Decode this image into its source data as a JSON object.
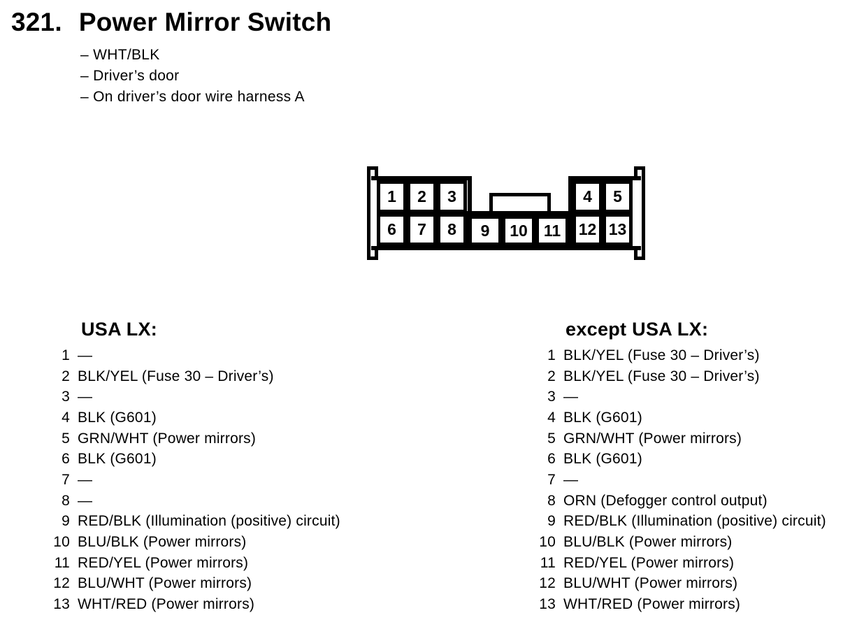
{
  "page": {
    "number": "321.",
    "title": "Power Mirror Switch",
    "bullets": [
      "– WHT/BLK",
      "– Driver’s door",
      "– On driver’s door wire harness A"
    ]
  },
  "connector": {
    "cells_top_left": [
      "1",
      "2",
      "3"
    ],
    "cells_top_right": [
      "4",
      "5"
    ],
    "cells_bottom_left": [
      "6",
      "7",
      "8"
    ],
    "cells_bottom_middle": [
      "9",
      "10",
      "11"
    ],
    "cells_bottom_right": [
      "12",
      "13"
    ]
  },
  "columns": [
    {
      "heading": "USA LX:",
      "pins": [
        {
          "pin": "1",
          "desc": "—"
        },
        {
          "pin": "2",
          "desc": "BLK/YEL (Fuse 30 – Driver’s)"
        },
        {
          "pin": "3",
          "desc": "—"
        },
        {
          "pin": "4",
          "desc": "BLK (G601)"
        },
        {
          "pin": "5",
          "desc": "GRN/WHT (Power mirrors)"
        },
        {
          "pin": "6",
          "desc": "BLK (G601)"
        },
        {
          "pin": "7",
          "desc": "—"
        },
        {
          "pin": "8",
          "desc": "—"
        },
        {
          "pin": "9",
          "desc": "RED/BLK (Illumination (positive) circuit)"
        },
        {
          "pin": "10",
          "desc": "BLU/BLK (Power mirrors)"
        },
        {
          "pin": "11",
          "desc": "RED/YEL (Power mirrors)"
        },
        {
          "pin": "12",
          "desc": "BLU/WHT (Power mirrors)"
        },
        {
          "pin": "13",
          "desc": "WHT/RED (Power mirrors)"
        }
      ]
    },
    {
      "heading": "except USA LX:",
      "pins": [
        {
          "pin": "1",
          "desc": "BLK/YEL (Fuse 30 – Driver’s)"
        },
        {
          "pin": "2",
          "desc": "BLK/YEL (Fuse 30 – Driver’s)"
        },
        {
          "pin": "3",
          "desc": "—"
        },
        {
          "pin": "4",
          "desc": "BLK (G601)"
        },
        {
          "pin": "5",
          "desc": "GRN/WHT (Power mirrors)"
        },
        {
          "pin": "6",
          "desc": "BLK (G601)"
        },
        {
          "pin": "7",
          "desc": "—"
        },
        {
          "pin": "8",
          "desc": "ORN (Defogger control output)"
        },
        {
          "pin": "9",
          "desc": "RED/BLK (Illumination (positive) circuit)"
        },
        {
          "pin": "10",
          "desc": "BLU/BLK (Power mirrors)"
        },
        {
          "pin": "11",
          "desc": "RED/YEL (Power mirrors)"
        },
        {
          "pin": "12",
          "desc": "BLU/WHT (Power mirrors)"
        },
        {
          "pin": "13",
          "desc": "WHT/RED (Power mirrors)"
        }
      ]
    }
  ]
}
